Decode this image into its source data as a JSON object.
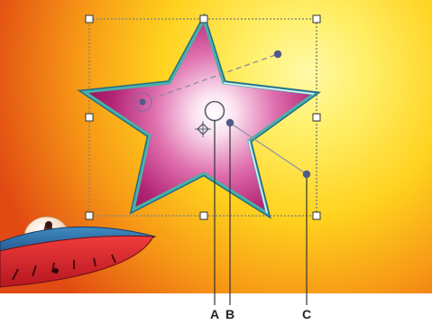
{
  "callouts": {
    "a": "A",
    "b": "B",
    "c": "C"
  },
  "colors": {
    "canvas_bright": "#fff9a6",
    "canvas_mid": "#ffd21e",
    "canvas_edge": "#e14a12",
    "star_fill_light": "#ffffff",
    "star_fill_dark": "#a0145f",
    "star_stroke": "#2f8f9a",
    "handle": "#4f5a8a",
    "bounding_box": "#8d8a78"
  },
  "icons": {
    "gradient_origin": "hollow-circle-handle",
    "gradient_center": "filled-dot-handle",
    "gradient_radius": "filled-dot-handle",
    "focal_point": "crosshair-diamond-icon",
    "decoration": "flying-saucer-clipart"
  }
}
